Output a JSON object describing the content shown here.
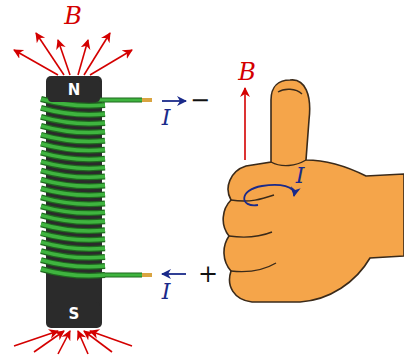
{
  "diagram": {
    "nodes": [
      {
        "text": [
          "N"
        ]
      },
      {
        "text": [
          "S"
        ]
      }
    ],
    "labels": [
      "B",
      "I",
      "−",
      "I",
      "+",
      "B",
      "I"
    ]
  }
}
